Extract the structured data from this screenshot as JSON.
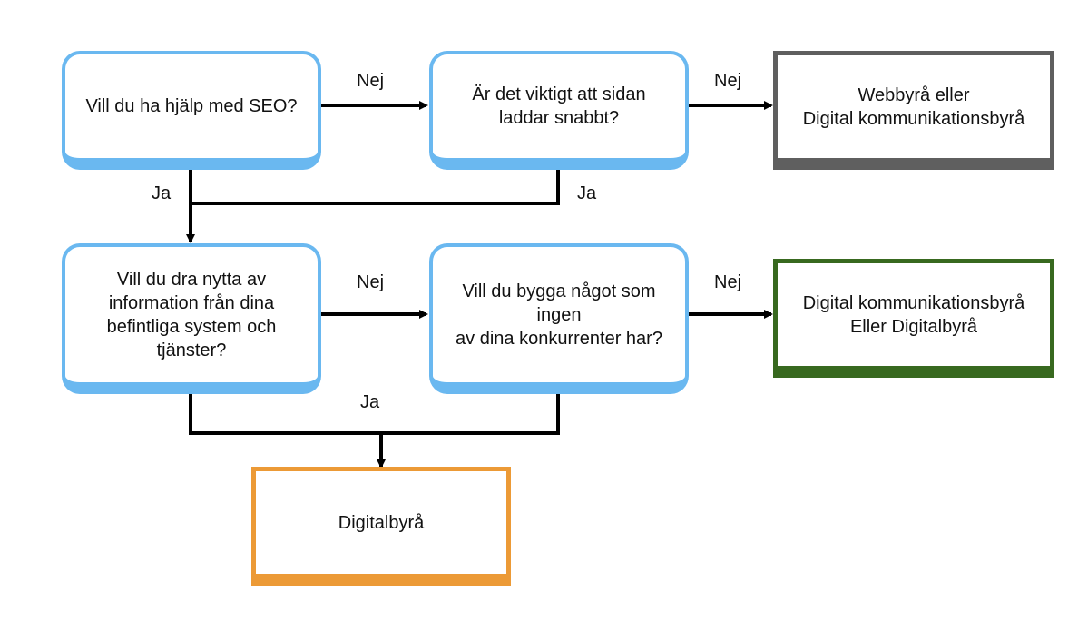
{
  "nodes": {
    "q1": "Vill du ha hjälp med SEO?",
    "q2": "Är det viktigt att sidan\nladdar snabbt?",
    "r1": "Webbyrå eller\nDigital kommunikationsbyrå",
    "q3": "Vill du dra nytta av\ninformation från dina\nbefintliga system och\ntjänster?",
    "q4": "Vill du bygga något som ingen\nav dina konkurrenter har?",
    "r2": "Digital kommunikationsbyrå\nEller Digitalbyrå",
    "r3": "Digitalbyrå"
  },
  "edges": {
    "q1_q2": "Nej",
    "q2_r1": "Nej",
    "q1_ja": "Ja",
    "q2_ja": "Ja",
    "q3_q4": "Nej",
    "q4_r2": "Nej",
    "q3q4_ja": "Ja"
  },
  "colors": {
    "question": "#6ab8f0",
    "result_gray": "#5f5f5f",
    "result_green": "#38691f",
    "result_orange": "#ec9a36",
    "arrow": "#000000"
  }
}
